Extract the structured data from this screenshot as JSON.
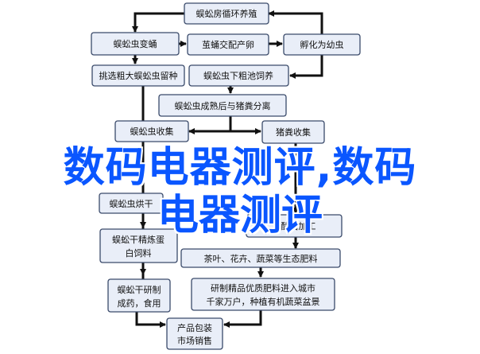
{
  "nodes": {
    "origin": {
      "lines": [
        "蜈蚣房循环养殖"
      ]
    },
    "adult": {
      "lines": [
        "蜈蚣虫变蛹"
      ]
    },
    "egg": {
      "lines": [
        "茧蛹交配产卵"
      ]
    },
    "larva": {
      "lines": [
        "孵化为幼虫"
      ]
    },
    "select": {
      "lines": [
        "挑选粗大蜈蚣虫留种"
      ]
    },
    "pool": {
      "lines": [
        "蜈蚣虫下粗池饲养"
      ]
    },
    "mature": {
      "lines": [
        "蜈蚣虫成熟后与猪粪分离"
      ]
    },
    "collect": {
      "lines": [
        "蜈蚣虫收集"
      ]
    },
    "manure": {
      "lines": [
        "猪粪收集"
      ]
    },
    "process": {
      "lines": [
        "蜈蚣虫烘干"
      ]
    },
    "ferment": {
      "lines": [
        "发酵后加工"
      ]
    },
    "refine": {
      "lines": [
        "蜈蚣干精炼蛋",
        "白饲料"
      ]
    },
    "organic": {
      "lines": [
        "茶叶、花卉、蔬菜等生态肥料"
      ]
    },
    "medicine": {
      "lines": [
        "蜈蚣干研制",
        "成药，食用"
      ]
    },
    "market": {
      "lines": [
        "研制精品优质肥料进入城市",
        "千家万户，种植有机蔬菜盆景"
      ]
    },
    "package": {
      "lines": [
        "产品包装",
        "市场销售"
      ]
    }
  },
  "watermark": {
    "line1": "数码电器测评,数码",
    "line2": "电器测评"
  }
}
